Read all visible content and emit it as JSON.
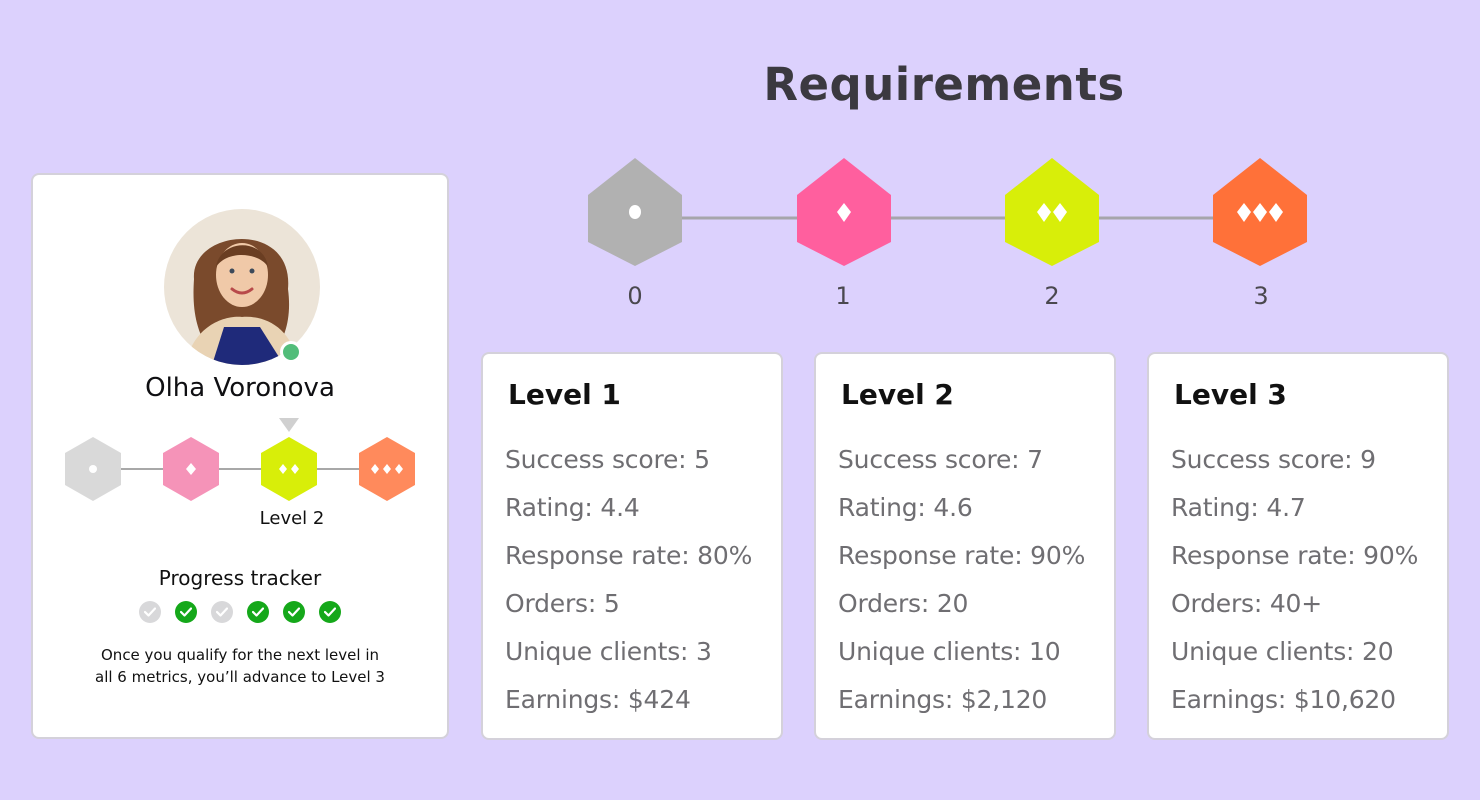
{
  "page": {
    "title": "Requirements"
  },
  "colors": {
    "background": "#dcd1fd",
    "level0": "#b1b1b1",
    "level1": "#ff5f9e",
    "level2": "#d8ee09",
    "level3": "#ff7139",
    "mini_level0": "#d9d9d9",
    "mini_level1": "#f593b8",
    "mini_level2": "#d8ee09",
    "mini_level3": "#ff8a5c",
    "online": "#52bd7a",
    "check_done": "#15a81a",
    "check_todo": "#d8d8da"
  },
  "profile": {
    "name": "Olha Voronova",
    "avatar_icon": "user-avatar-photo",
    "status": "online",
    "current_level_label": "Level 2",
    "current_level": 2,
    "mini_track": [
      {
        "level": 0,
        "icon": "dot-icon"
      },
      {
        "level": 1,
        "icon": "diamond-icon"
      },
      {
        "level": 2,
        "icon": "double-diamond-icon"
      },
      {
        "level": 3,
        "icon": "triple-diamond-icon"
      }
    ],
    "progress_tracker": {
      "title": "Progress tracker",
      "checks": [
        false,
        true,
        false,
        true,
        true,
        true
      ],
      "note": "Once you qualify for the next level in all 6 metrics, you’ll advance to Level 3"
    }
  },
  "levels_track": [
    {
      "number": "0",
      "icon": "dot-icon"
    },
    {
      "number": "1",
      "icon": "diamond-icon"
    },
    {
      "number": "2",
      "icon": "double-diamond-icon"
    },
    {
      "number": "3",
      "icon": "triple-diamond-icon"
    }
  ],
  "level_cards": [
    {
      "title": "Level 1",
      "metrics": [
        "Success score: 5",
        "Rating: 4.4",
        "Response rate: 80%",
        "Orders: 5",
        "Unique clients: 3",
        "Earnings: $424"
      ]
    },
    {
      "title": "Level 2",
      "metrics": [
        "Success score: 7",
        "Rating: 4.6",
        "Response rate: 90%",
        "Orders: 20",
        "Unique clients: 10",
        "Earnings: $2,120"
      ]
    },
    {
      "title": "Level 3",
      "metrics": [
        "Success score: 9",
        "Rating: 4.7",
        "Response rate: 90%",
        "Orders: 40+",
        "Unique clients: 20",
        "Earnings: $10,620"
      ]
    }
  ]
}
